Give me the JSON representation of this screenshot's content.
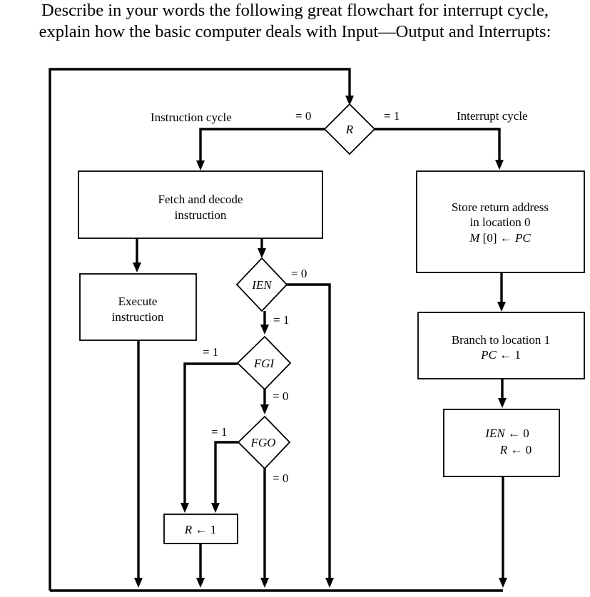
{
  "question": {
    "line1": "Describe in your words the following great flowchart for interrupt cycle,",
    "line2": "explain how the basic computer deals with Input—Output and Interrupts:"
  },
  "flowchart": {
    "decision_r": "R",
    "instruction_cycle": "Instruction cycle",
    "interrupt_cycle": "Interrupt cycle",
    "r_eq0": "= 0",
    "r_eq1": "= 1",
    "fetch_line1": "Fetch and decode",
    "fetch_line2": "instruction",
    "execute_line1": "Execute",
    "execute_line2": "instruction",
    "decision_ien": "IEN",
    "ien_eq0": "= 0",
    "ien_eq1": "= 1",
    "decision_fgi": "FGI",
    "fgi_eq1": "= 1",
    "fgi_eq0": "= 0",
    "decision_fgo": "FGO",
    "fgo_eq1": "= 1",
    "fgo_eq0": "= 0",
    "set_r_prefix": "R",
    "set_r_suffix": "← 1",
    "store_line1": "Store return address",
    "store_line2": "in location 0",
    "store_line3_var": "M",
    "store_line3_mid": "[0] ←",
    "store_line3_pc": "PC",
    "branch_line1": "Branch to location 1",
    "branch_line2_var": "PC",
    "branch_line2_rest": "← 1",
    "clear_line1_var": "IEN",
    "clear_line1_rest": "← 0",
    "clear_line2_var": "R",
    "clear_line2_rest": "← 0"
  }
}
